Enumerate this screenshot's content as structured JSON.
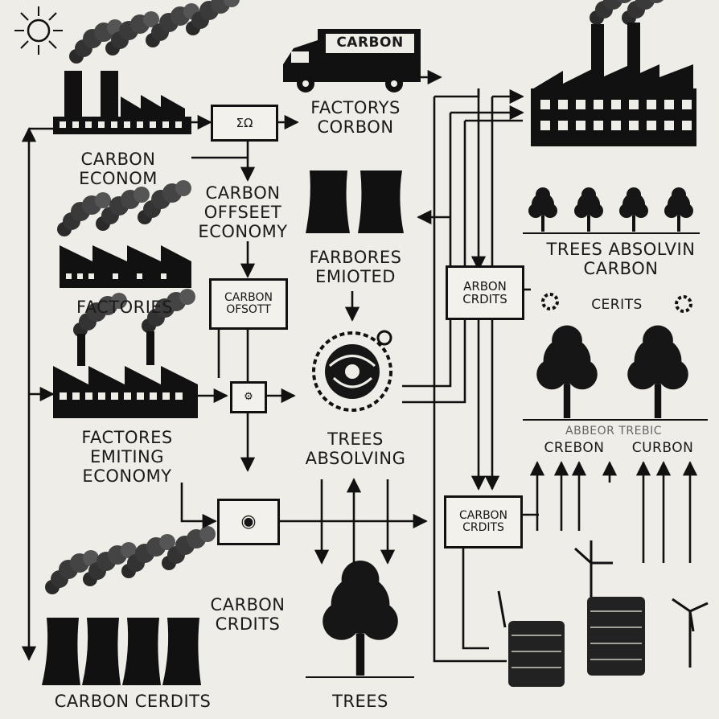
{
  "labels": {
    "carbon_van": "CARBON",
    "factorys_corbon": "FACTORYS CORBON",
    "carbon_econom": "CARBON ECONOM",
    "carbon_offseet_economy": "CARBON OFFSEET ECONOMY",
    "factories": "FACTORIES",
    "farbores_emioted": "FARBORES EMIOTED",
    "trees_absolvin_carbon": "TREES ABSOLVIN CARBON",
    "cerits": "CERITS",
    "factores_emiting_economy": "FACTORES EMITING ECONOMY",
    "trees_absolving": "TREES ABSOLVING",
    "abbeor_trebic": "ABBEOR TREBIC",
    "crebon": "CREBON",
    "curbon": "CURBON",
    "carbon_crdits": "CARBON CRDITS",
    "carbon_cerdits": "CARBON CERDITS",
    "trees_bottom": "TREES"
  },
  "boxes": {
    "top_box": "ΣΩ",
    "carbon_ofsott": "CARBON OFSOTT",
    "arbon_crdits": "ARBON CRDITS",
    "carbon_crdits_box": "CARBON CRDITS"
  },
  "icons": [
    "sun-icon",
    "van-icon",
    "factory-icon",
    "cooling-tower-icon",
    "tree-icon",
    "globe-icon",
    "wind-turbine-icon",
    "barrel-icon",
    "gear-icon",
    "smoke-icon"
  ]
}
